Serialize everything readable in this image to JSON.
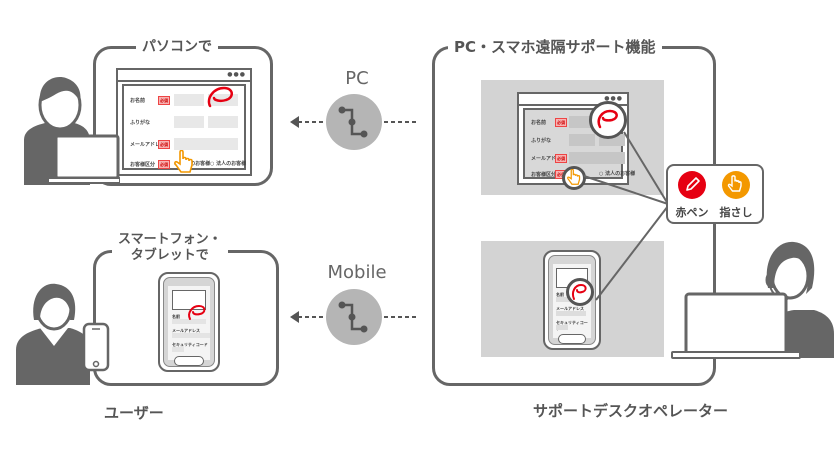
{
  "user_side": {
    "pc_frame_title": "パソコンで",
    "mobile_frame_title_line1": "スマートフォン・",
    "mobile_frame_title_line2": "タブレットで",
    "caption": "ユーザー",
    "form": {
      "rows": [
        {
          "label": "お名前",
          "required": "必須"
        },
        {
          "label": "ふりがな",
          "required": ""
        },
        {
          "label": "メールアドレス",
          "required": "必須"
        },
        {
          "label": "お客様区分",
          "required": "必須"
        }
      ],
      "radio_options": [
        "個人のお客様",
        "法人のお客様"
      ],
      "window_controls": "●●●"
    },
    "mobile_form": {
      "fields": [
        "名前",
        "メールアドレス",
        "セキュリティコード"
      ]
    }
  },
  "connections": {
    "pc_label": "PC",
    "mobile_label": "Mobile",
    "icon": "network-route-icon",
    "direction": "operator-to-user"
  },
  "operator_side": {
    "frame_title": "PC・スマホ遠隔サポート機能",
    "caption": "サポートデスクオペレーター",
    "tools": [
      {
        "label": "赤ペン",
        "icon": "pencil-icon",
        "color": "#e60012"
      },
      {
        "label": "指さし",
        "icon": "pointing-hand-icon",
        "color": "#f39800"
      }
    ]
  },
  "colors": {
    "frame": "#666666",
    "panel": "#d3d3d3",
    "connector_circle": "#b5b5b5",
    "annotation_red": "#e60012",
    "pointer_orange": "#f39800",
    "text": "#555555"
  }
}
